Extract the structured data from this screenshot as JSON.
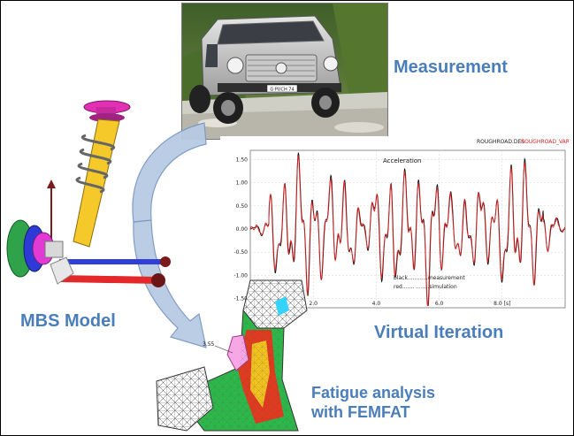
{
  "labels": {
    "measurement": "Measurement",
    "mbs_model": "MBS Model",
    "virtual_iteration": "Virtual Iteration",
    "fatigue_line1": "Fatigue analysis",
    "fatigue_line2": "with FEMFAT"
  },
  "photo": {
    "plate": "G·PUCH 74"
  },
  "chart_header": {
    "left": "ROUGHROAD.DES",
    "right": "ROUGHROAD_VAR"
  },
  "chart_data": {
    "type": "line",
    "title": "Acceleration",
    "x_ticks": [
      "2.0",
      "4.0",
      "6.0",
      "8.0 [s]"
    ],
    "y_ticks": [
      "1.50",
      "1.00",
      "0.50",
      "0.00",
      "-0.50",
      "-1.00",
      "-1.50"
    ],
    "ylim": [
      -1.7,
      1.7
    ],
    "xlim": [
      0,
      10
    ],
    "legend": [
      {
        "text": "black............measurement",
        "color": "#111111"
      },
      {
        "text": "red....... ........simulation",
        "color": "#e02020"
      }
    ],
    "legend_placement": "bottom-center",
    "grid": true
  },
  "fe_model": {
    "stress_value": "3.55"
  },
  "colors": {
    "label_blue": "#4a7ebb",
    "arrow_fill": "#b7cbe4",
    "arrow_stroke": "#7b97c2",
    "simulation": "#e02020",
    "measurement": "#111111"
  }
}
